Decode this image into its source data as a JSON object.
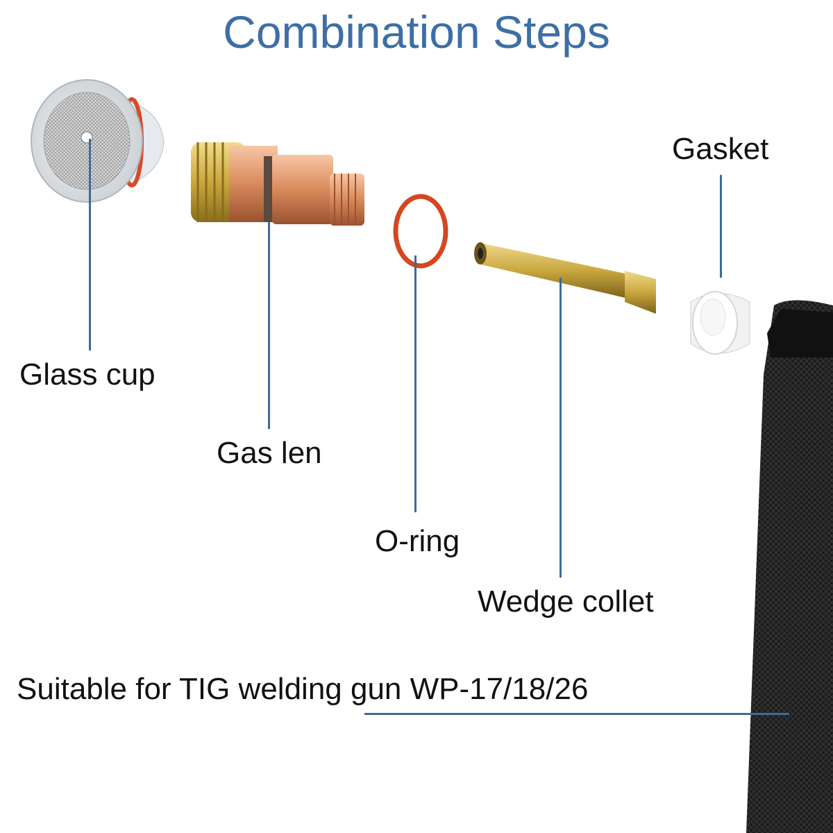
{
  "title": "Combination Steps",
  "parts": {
    "glass_cup": "Glass cup",
    "gas_len": "Gas len",
    "o_ring": "O-ring",
    "wedge_collet": "Wedge collet",
    "gasket": "Gasket"
  },
  "footer_note": "Suitable for TIG welding gun WP-17/18/26",
  "colors": {
    "title": "#3d6fa6",
    "leader_line": "#3e6a9a",
    "brass": "#c9a73e",
    "copper": "#d98a5c",
    "o_ring": "#d4471f",
    "torch_body": "#1c1c1c"
  }
}
